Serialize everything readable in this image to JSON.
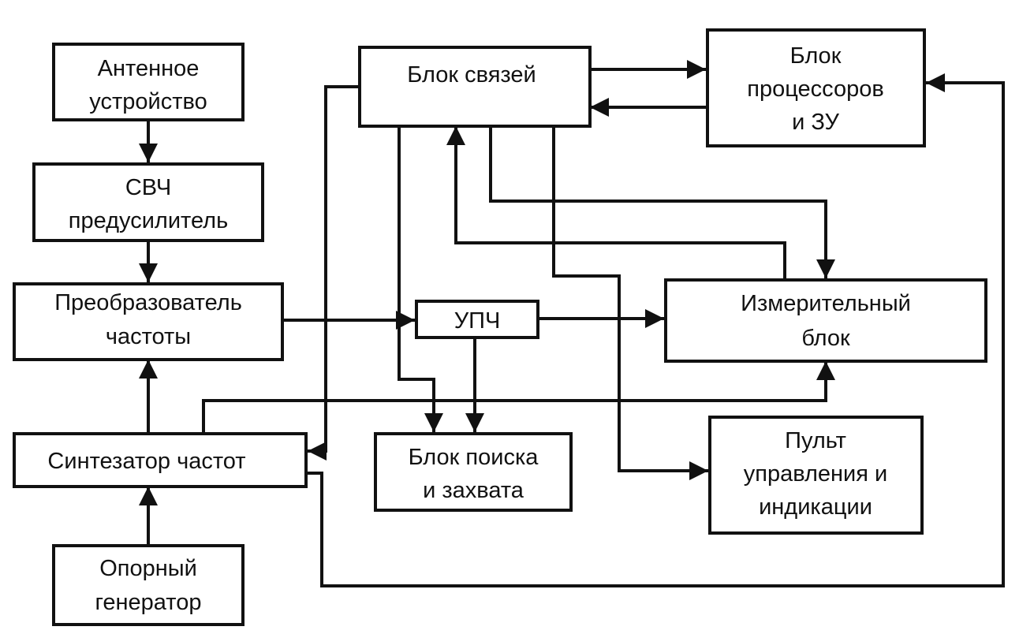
{
  "blocks": {
    "antenna": {
      "line1": "Антенное",
      "line2": "устройство"
    },
    "preamp": {
      "line1": "СВЧ",
      "line2": "предусилитель"
    },
    "converter": {
      "line1": "Преобразователь",
      "line2": "частоты"
    },
    "synth": {
      "line1": "Синтезатор частот"
    },
    "refgen": {
      "line1": "Опорный",
      "line2": "генератор"
    },
    "links": {
      "line1": "Блок связей"
    },
    "upch": {
      "line1": "УПЧ"
    },
    "search": {
      "line1": "Блок поиска",
      "line2": "и захвата"
    },
    "processor": {
      "line1": "Блок",
      "line2": "процессоров",
      "line3": "и ЗУ"
    },
    "measure": {
      "line1": "Измерительный",
      "line2": "блок"
    },
    "control": {
      "line1": "Пульт",
      "line2": "управления и",
      "line3": "индикации"
    }
  },
  "colors": {
    "ink": "#111111",
    "background": "#ffffff"
  }
}
